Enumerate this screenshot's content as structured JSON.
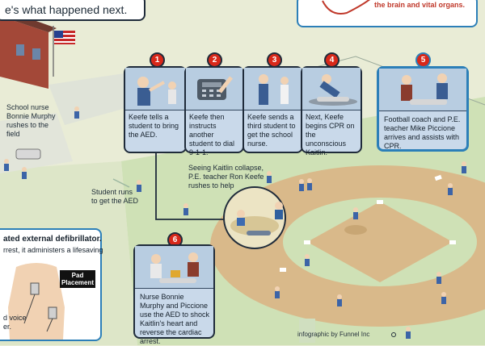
{
  "top_left_text": "e's what happened next.",
  "top_right_text": "the brain and vital organs.",
  "steps": [
    {
      "num": "1",
      "text": "Keefe tells a student to bring the AED."
    },
    {
      "num": "2",
      "text": "Keefe then instructs another student to dial 9-1-1."
    },
    {
      "num": "3",
      "text": "Keefe sends a third student to get the school nurse."
    },
    {
      "num": "4",
      "text": "Next, Keefe begins CPR on the unconscious Kaitlin."
    },
    {
      "num": "5",
      "text": "Football coach and P.E. teacher Mike Piccione arrives and assists with CPR."
    },
    {
      "num": "6",
      "text": "Nurse Bonnie Murphy and Piccione use the AED to shock Kaitlin's heart and reverse the cardiac arrest."
    }
  ],
  "labels": {
    "nurse": "School nurse Bonnie Murphy rushes to the field",
    "student_runs": "Student runs to get the AED",
    "keefe": "Seeing Kaitlin collapse, P.E. teacher Ron Keefe rushes to help"
  },
  "aed_box": {
    "title": "ated external defibrillator.",
    "line1": "rrest, it administers a lifesaving",
    "pad_label": "Pad Placement",
    "bottom1": "d voice",
    "bottom2": "er."
  },
  "credit": "infographic by Funnel Inc",
  "colors": {
    "accent": "#2c7fb8",
    "badge": "#d8281a",
    "panel": "#c9d9ea",
    "field": "#e9ecd6",
    "dirt": "#d9b98a"
  }
}
